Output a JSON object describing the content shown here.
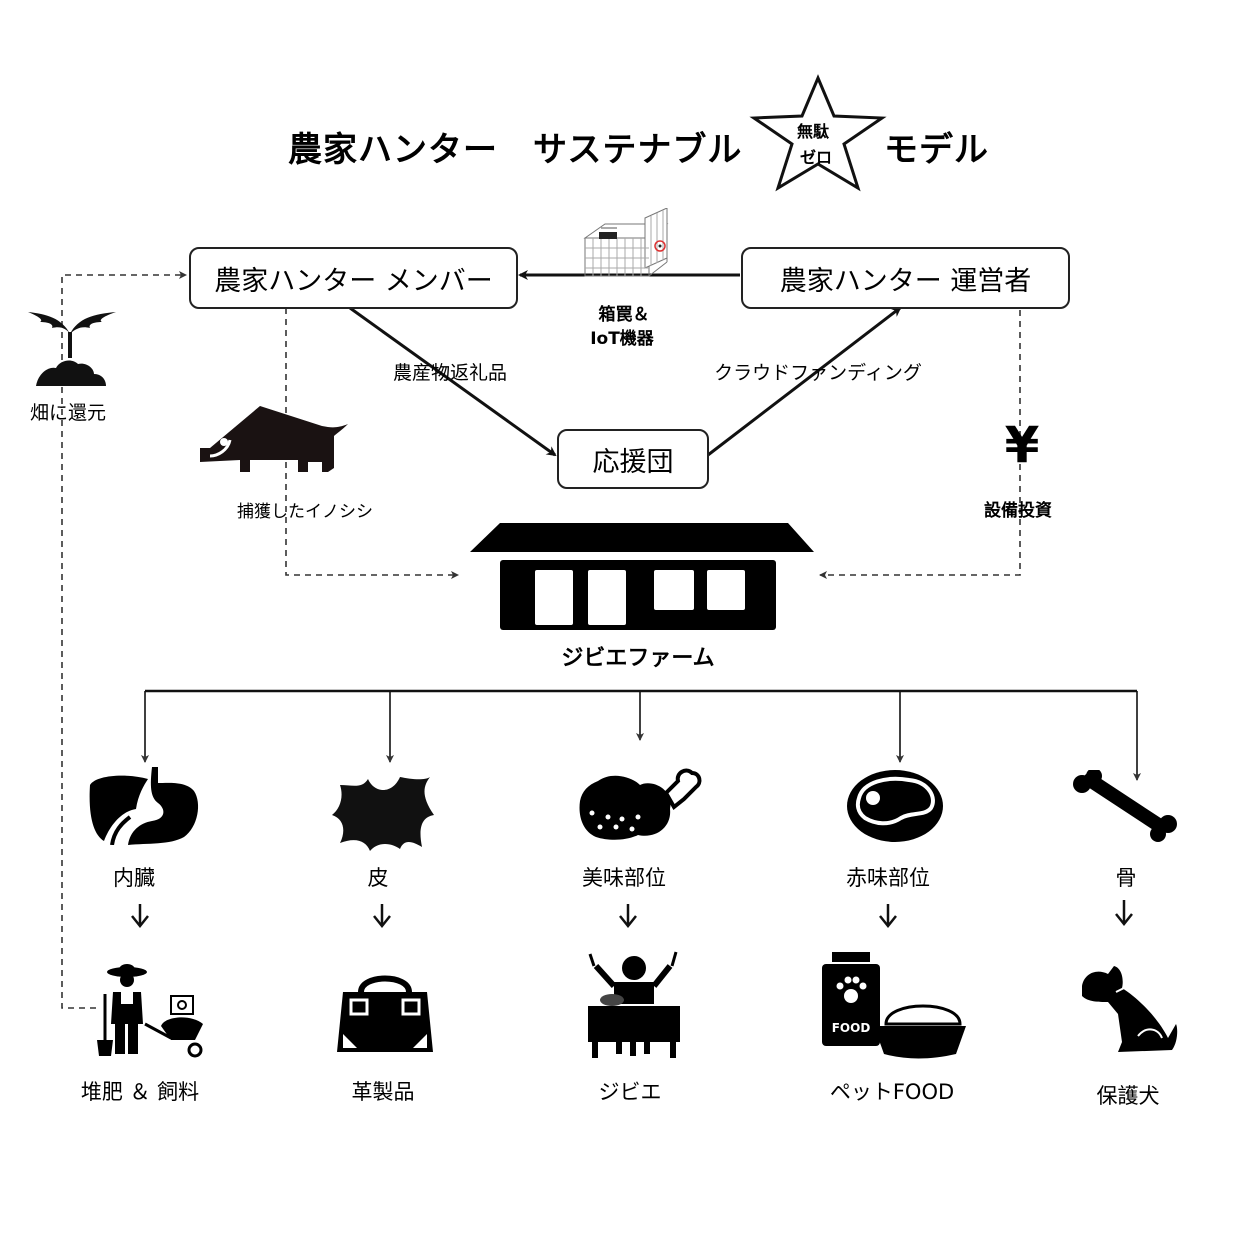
{
  "title": {
    "left": "農家ハンター",
    "middle": "サステナブル",
    "star_line1": "無駄",
    "star_line2": "ゼロ",
    "right": "モデル"
  },
  "nodes": {
    "member": "農家ハンター メンバー",
    "operator": "農家ハンター 運営者",
    "supporters": "応援団",
    "farm": "ジビエファーム"
  },
  "edges": {
    "trap_line1": "箱罠＆",
    "trap_line2": "IoT機器",
    "return_gifts": "農産物返礼品",
    "crowdfunding": "クラウドファンディング",
    "captured_boar": "捕獲したイノシシ",
    "investment": "設備投資",
    "return_to_field": "畑に還元",
    "yen_symbol": "¥"
  },
  "outputs": [
    {
      "part": "内臓",
      "product": "堆肥 ＆ 飼料",
      "part_icon": "organs-icon",
      "product_icon": "farmer-wheelbarrow-icon"
    },
    {
      "part": "皮",
      "product": "革製品",
      "part_icon": "hide-icon",
      "product_icon": "handbag-icon"
    },
    {
      "part": "美味部位",
      "product": "ジビエ",
      "part_icon": "meat-leg-icon",
      "product_icon": "dining-person-icon"
    },
    {
      "part": "赤味部位",
      "product": "ペットFOOD",
      "part_icon": "steak-icon",
      "product_icon": "pet-food-icon"
    },
    {
      "part": "骨",
      "product": "保護犬",
      "part_icon": "bone-icon",
      "product_icon": "dog-icon"
    }
  ],
  "pet_food_bag_text": "FOOD"
}
